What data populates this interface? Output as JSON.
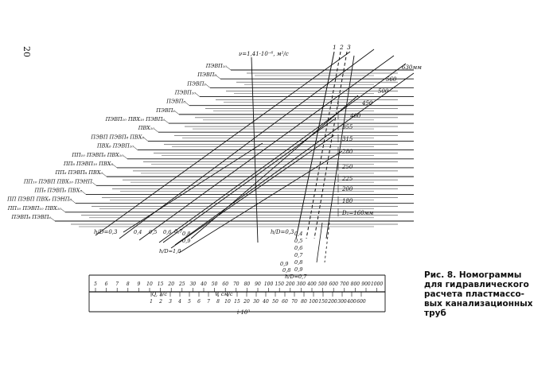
{
  "page_number": "20",
  "formula_label": "ν=1,41·10⁻⁶, м²/с",
  "caption": "Рис. 8. Номограммы\nдля гидравлического\nрасчета пластмассо-\nвых канализационных\nтруб",
  "pipe_labels": [
    "ПЭВП₁₀",
    "ПЭВП₈",
    "ПЭВП₆",
    "ПЭВП₁₀",
    "ПЭВП₈",
    "ПЭВП₆",
    "ПЭВП₁₀ ПВХ₁₀ ПЭВП₆",
    "ПВХ₁₀",
    "ПЭВП ПЭВП₈ ПВХ₈",
    "ПВХ₆ ПЭВП₁₀",
    "ПП₁₀ ПЭВП₈ ПВХ₁₀",
    "ПП₈ ПЭВП₁₀ ПВХ₈",
    "ПП₆ ПЭВП₈ ПВХ₆",
    "ПП₁₀ ПЭВП ПВХ₁₀ ПЭНП",
    "ПП₈ ПЭВП₆ ПВХ₈",
    "ПП ПЭВП ПВХ₆ ПЭНП₈",
    "ПП₁₀ ПЭВП₁₀ ПВХ₁₀",
    "ПЭВП₈ ПЭВП₆"
  ],
  "diameter_labels": [
    "630мм",
    "560",
    "500",
    "450",
    "400",
    "355",
    "315",
    "280",
    "250",
    "225",
    "200",
    "180",
    "D₁=160мм"
  ],
  "hd_label_mid": "h/D=0,3",
  "hd_values_left": [
    "0,4",
    "0,5",
    "0,6",
    "0,7",
    "0,8",
    "0,9",
    "h/D=1,0"
  ],
  "hd_values_right": [
    "0,4",
    "0,5",
    "0,6",
    "0,7",
    "0,8",
    "0,9"
  ],
  "hd_label_right": "h/D=0,3",
  "hd_bottom": [
    "0,9",
    "0,8",
    "h/D=0,7"
  ],
  "curve_labels": [
    "1",
    "2",
    "3"
  ],
  "scale": {
    "top_ticks": [
      "5",
      "6",
      "7",
      "8",
      "9",
      "10",
      "15",
      "20",
      "25",
      "30",
      "40",
      "50",
      "60",
      "70",
      "80",
      "90",
      "100",
      "150",
      "200",
      "300",
      "400",
      "500",
      "600",
      "700",
      "800",
      "900",
      "1000"
    ],
    "label_q": "Q, л/с",
    "label_v": "V, см/с",
    "bottom_ticks": [
      "1",
      "2",
      "3",
      "4",
      "5",
      "6",
      "7",
      "8",
      "10",
      "15",
      "20",
      "30",
      "40",
      "50",
      "60",
      "70",
      "80",
      "100",
      "150",
      "200",
      "300",
      "400",
      "600"
    ],
    "multiplier": "i·10³"
  }
}
